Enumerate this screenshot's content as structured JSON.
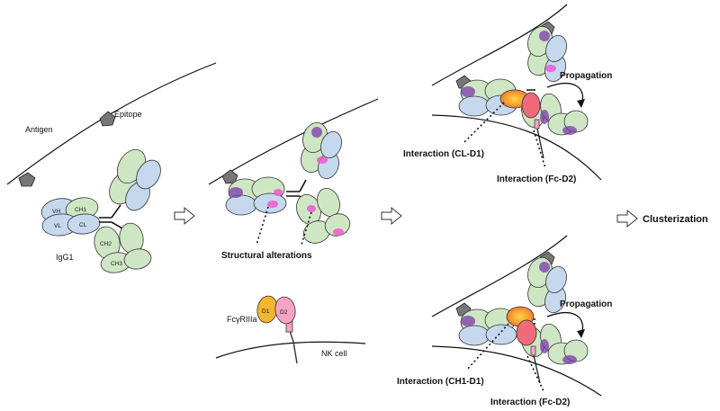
{
  "labels": {
    "antigen": "Antigen",
    "epitope": "Epitope",
    "igg1": "IgG1",
    "vh": "VH",
    "ch1": "CH1",
    "vl": "VL",
    "cl": "CL",
    "ch2": "CH2",
    "ch3": "CH3",
    "structural_alterations": "Structural alterations",
    "receptor": "FcγRIIIa",
    "d1": "D1",
    "d2": "D2",
    "nk_cell": "NK cell",
    "propagation_top": "Propagation",
    "interaction_cl_d1": "Interaction (CL-D1)",
    "interaction_fc_d2_top": "Interaction (Fc-D2)",
    "propagation_bottom": "Propagation",
    "interaction_ch1_d1": "Interaction (CH1-D1)",
    "interaction_fc_d2_bottom": "Interaction (Fc-D2)",
    "clusterization": "Clusterization"
  },
  "colors": {
    "heavy_chain": "#cfe6c4",
    "light_chain": "#c5d8ee",
    "structural_change": "#f058d0",
    "epitope_binding": "#7a3aa8",
    "d1_domain": "#f2b630",
    "d2_domain": "#f5a3c4",
    "interaction_zone": "#f08a3a"
  },
  "icons": {
    "arrow": "hollow-right-arrow",
    "epitope": "pentagon-icon"
  }
}
